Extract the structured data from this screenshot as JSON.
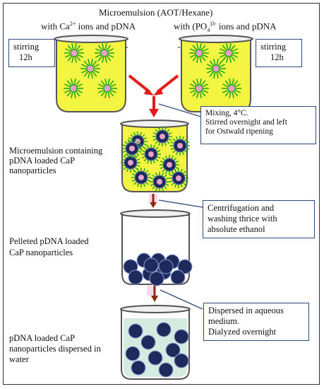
{
  "header": {
    "title": "Microemulsion (AOT/Hexane)",
    "left_prefix": "with Ca",
    "left_sup": "2+",
    "left_suffix": " ions and pDNA",
    "right_prefix": "with (PO",
    "right_sub": "4",
    "right_sup": ")3-",
    "right_suffix": " ions and pDNA"
  },
  "stir_left": [
    "stirring",
    "12h"
  ],
  "stir_right": [
    "stirring",
    "12h"
  ],
  "mixing_box": [
    "Mixing, 4°C.",
    "Stirred overnight and left",
    "for Ostwald ripening"
  ],
  "label_step2": [
    "Microemulsion containing",
    "pDNA loaded CaP",
    "nanoparticles"
  ],
  "centrifuge_box": [
    "Centrifugation and",
    "washing thrice with",
    "absolute ethanol"
  ],
  "label_step3": [
    "Pelleted pDNA loaded",
    "CaP  nanoparticles"
  ],
  "disperse_box": [
    "Dispersed in aqueous",
    "medium.",
    "Dialyzed overnight"
  ],
  "label_step4": [
    "pDNA loaded CaP",
    "nanoparticles dispersed in",
    "water"
  ],
  "colors": {
    "emulsion": "#f4f442",
    "micelle": "#22a822",
    "core": "#e8a0c8",
    "nanoparticle": "#1e2a5c",
    "water": "#cfe8dc",
    "arrow_red": "#e41b1b",
    "arrow_brown": "#8b2a10",
    "box_border": "#2f4d7a"
  }
}
